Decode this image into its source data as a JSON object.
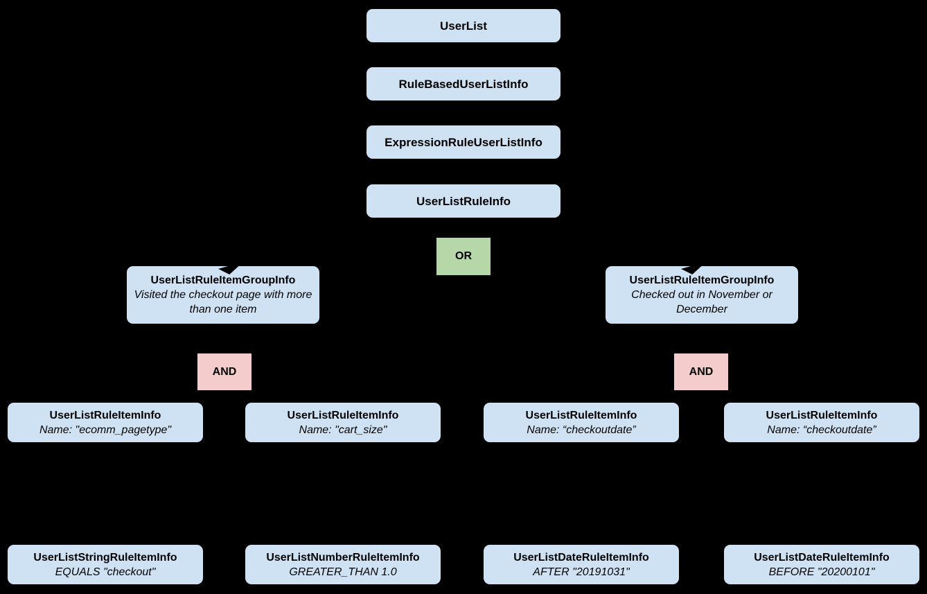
{
  "diagram": {
    "background_color": "#000000",
    "colors": {
      "node_fill": "#cfe2f3",
      "or_fill": "#b6d7a8",
      "and_fill": "#f4cccc",
      "text": "#000000"
    },
    "root_chain": [
      {
        "label": "UserList"
      },
      {
        "label": "RuleBasedUserListInfo"
      },
      {
        "label": "ExpressionRuleUserListInfo"
      },
      {
        "label": "UserListRuleInfo"
      }
    ],
    "operators": {
      "or": "OR",
      "and_left": "AND",
      "and_right": "AND"
    },
    "groups": [
      {
        "title": "UserListRuleItemGroupInfo",
        "description": "Visited the checkout page with more than one item"
      },
      {
        "title": "UserListRuleItemGroupInfo",
        "description": "Checked out in November or December"
      }
    ],
    "rule_items": [
      {
        "title": "UserListRuleItemInfo",
        "detail": "Name: \"ecomm_pagetype\""
      },
      {
        "title": "UserListRuleItemInfo",
        "detail": "Name: \"cart_size\""
      },
      {
        "title": "UserListRuleItemInfo",
        "detail": "Name: “checkoutdate”"
      },
      {
        "title": "UserListRuleItemInfo",
        "detail": "Name: “checkoutdate”"
      }
    ],
    "operands": [
      {
        "title": "UserListStringRuleItemInfo",
        "detail": "EQUALS \"checkout\""
      },
      {
        "title": "UserListNumberRuleItemInfo",
        "detail": "GREATER_THAN 1.0"
      },
      {
        "title": "UserListDateRuleItemInfo",
        "detail": "AFTER \"20191031\""
      },
      {
        "title": "UserListDateRuleItemInfo",
        "detail": "BEFORE \"20200101\""
      }
    ]
  }
}
